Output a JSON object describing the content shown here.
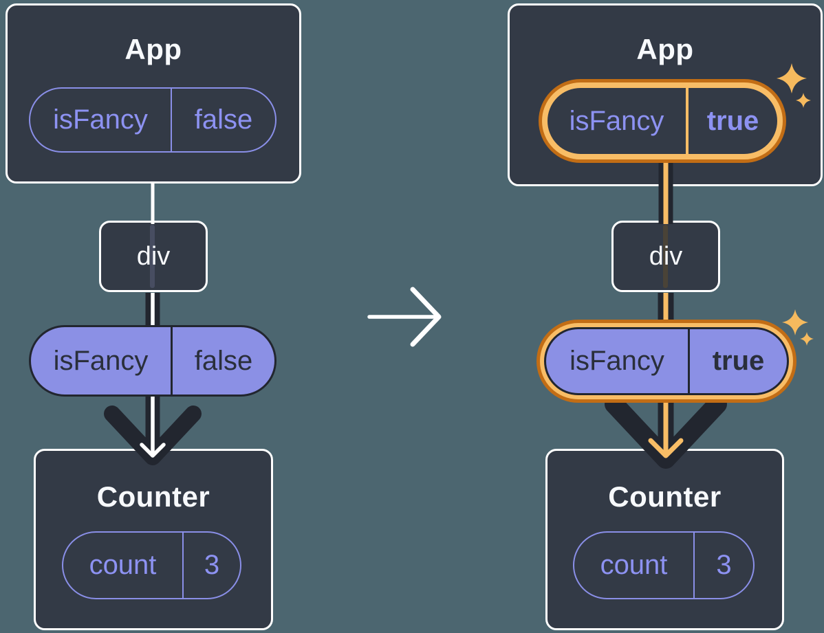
{
  "diagram_title": "state-preserved-when-prop-changes",
  "colors": {
    "background": "#4C6670",
    "card_fill": "#333A46",
    "card_border": "#FFFFFF",
    "title_text": "#F7F9FC",
    "purple_fill": "#8B90E5",
    "purple_stroke": "#8A8FE8",
    "purple_text": "#8D92F2",
    "dark_arrow": "#22262F",
    "orange_light": "#F8BD66",
    "orange_dark": "#C26D15",
    "sparkle": "#F6BA5E",
    "connector_white": "#FFFFFF"
  },
  "before": {
    "app": {
      "title": "App",
      "prop_name": "isFancy",
      "prop_value": "false"
    },
    "div_label": "div",
    "passed_prop": {
      "name": "isFancy",
      "value": "false"
    },
    "counter": {
      "title": "Counter",
      "state_name": "count",
      "state_value": "3"
    }
  },
  "after": {
    "app": {
      "title": "App",
      "prop_name": "isFancy",
      "prop_value": "true"
    },
    "div_label": "div",
    "passed_prop": {
      "name": "isFancy",
      "value": "true"
    },
    "counter": {
      "title": "Counter",
      "state_name": "count",
      "state_value": "3"
    }
  },
  "icons": {
    "transition": "right-arrow-icon",
    "highlight": "sparkles-icon",
    "flow": "down-arrow-icon"
  }
}
